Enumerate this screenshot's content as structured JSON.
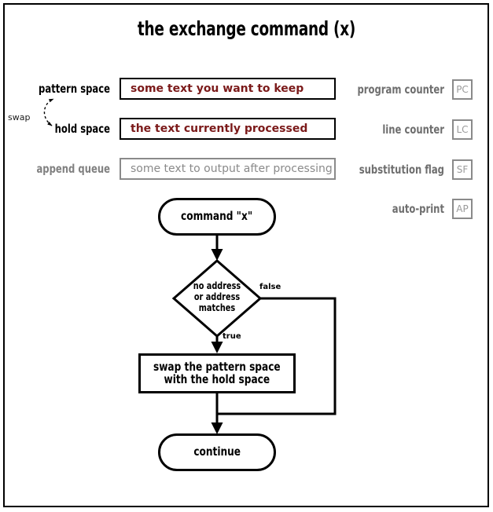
{
  "title": "the exchange command (x)",
  "registers": {
    "left": [
      {
        "label": "pattern space",
        "value": "some text you want to keep",
        "style": "active"
      },
      {
        "label": "hold space",
        "value": "the text currently processed",
        "style": "active"
      },
      {
        "label": "append queue",
        "value": "some text to output after processing",
        "style": "muted"
      }
    ],
    "right": [
      {
        "label": "program counter",
        "abbr": "PC"
      },
      {
        "label": "line counter",
        "abbr": "LC"
      },
      {
        "label": "substitution flag",
        "abbr": "SF"
      },
      {
        "label": "auto-print",
        "abbr": "AP"
      }
    ]
  },
  "annotations": {
    "swap": "swap"
  },
  "flowchart": {
    "start_node": "command \"x\"",
    "decision": {
      "line1": "no address",
      "line2": "or address",
      "line3": "matches"
    },
    "edge_true": "true",
    "edge_false": "false",
    "action": {
      "line1": "swap the pattern space",
      "line2": "with the hold space"
    },
    "end_node": "continue"
  },
  "colors": {
    "active_text": "#7b1a1a",
    "muted": "#8a8a8a",
    "stroke": "#000000",
    "background": "#ffffff"
  }
}
